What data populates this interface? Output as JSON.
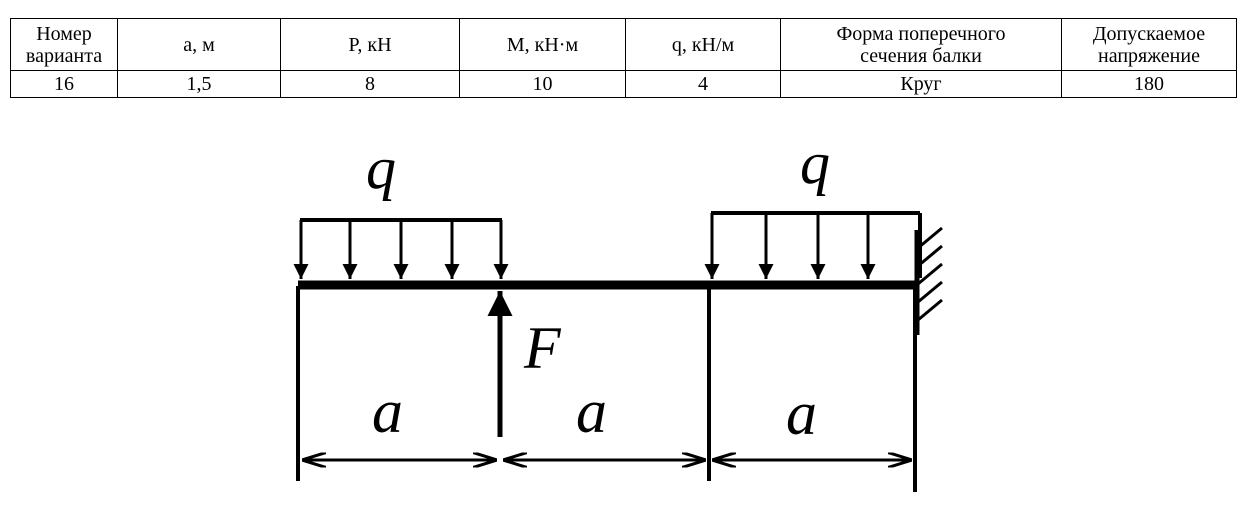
{
  "table": {
    "headers": [
      [
        "Номер",
        "варианта"
      ],
      [
        "a, м"
      ],
      [
        "P, кН"
      ],
      [
        "M, кН·м"
      ],
      [
        "q, кН/м"
      ],
      [
        "Форма поперечного",
        "сечения балки"
      ],
      [
        "Допускаемое",
        "напряжение"
      ]
    ],
    "row": [
      "16",
      "1,5",
      "8",
      "10",
      "4",
      "Круг",
      "180"
    ]
  },
  "diagram": {
    "load_left_label": "q",
    "load_right_label": "q",
    "force_label": "F",
    "span_labels": [
      "a",
      "a",
      "a"
    ]
  }
}
